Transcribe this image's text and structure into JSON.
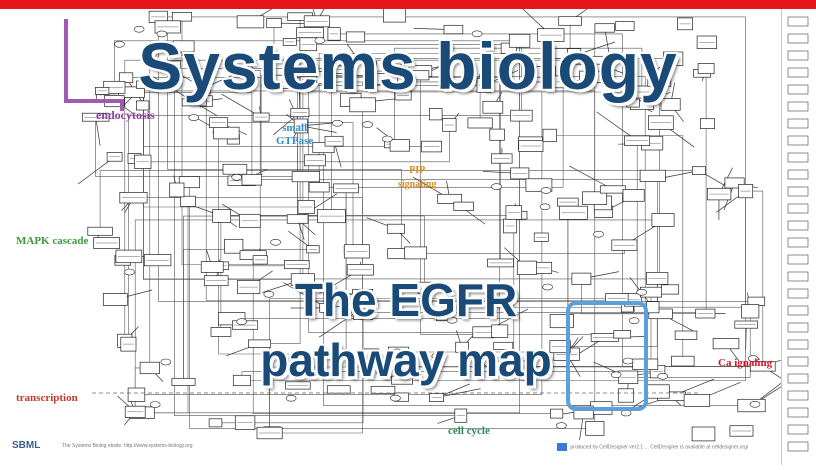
{
  "title": "Systems biology",
  "subtitle": {
    "line1": "The EGFR",
    "line2": "pathway map"
  },
  "map_labels": {
    "endocytosis": "endocytosis",
    "small_gtpase_1": "small",
    "small_gtpase_2": "GTPase",
    "pip_1": "PIP",
    "pip_2": "signaling",
    "mapk": "MAPK cascade",
    "transcription": "transcription",
    "cell_cycle": "cell cycle",
    "ca_signaling": "Ca   ignaling"
  },
  "footer": {
    "logo": "SBML",
    "left_text": "The Systems Biolog   ebsite: http://www.systems-biology.org",
    "right_text": "produced by      CellDesigner   ver2.1 ...   CellDesigner is available at   celldesigner.org/"
  },
  "colors": {
    "top_bar": "#e8141c",
    "title": "#1a4a78",
    "endocytosis_box": "#a05ab0",
    "highlight_box": "#5aa0dc"
  }
}
